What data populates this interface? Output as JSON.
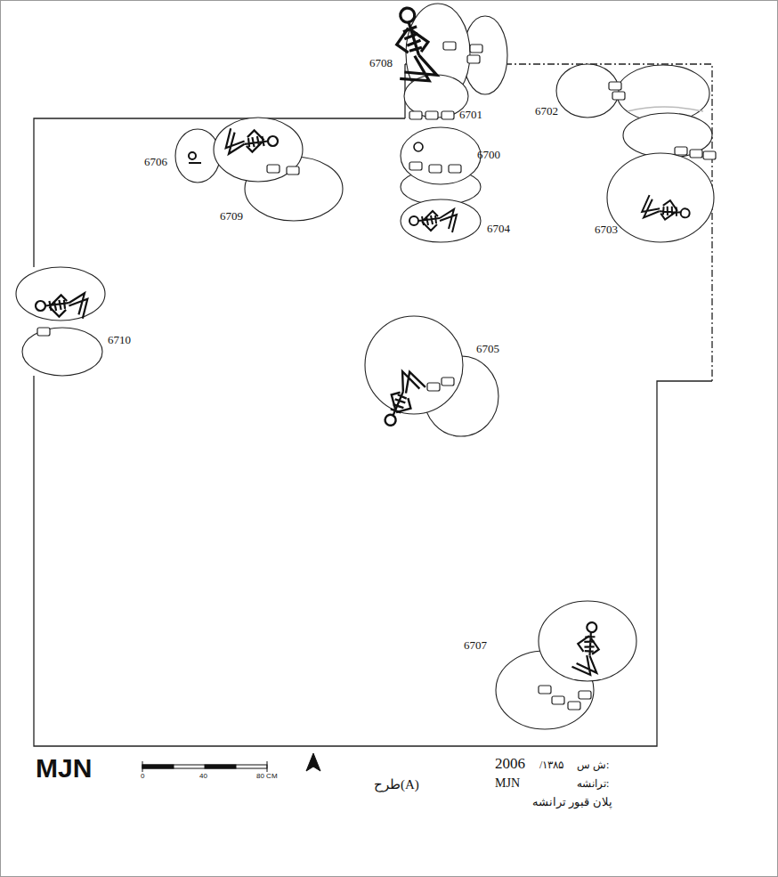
{
  "diagram": {
    "labels": [
      "6708",
      "6701",
      "6702",
      "6706",
      "6700",
      "6709",
      "6704",
      "6703",
      "6710",
      "6705",
      "6707",
      "MJN",
      "0",
      "40",
      "80 CM",
      "طرح(A)",
      "2006",
      "/۱۳۸۵",
      "ش س:",
      "MJN",
      "ترانشه:",
      "پلان قبور ترانشه"
    ]
  }
}
